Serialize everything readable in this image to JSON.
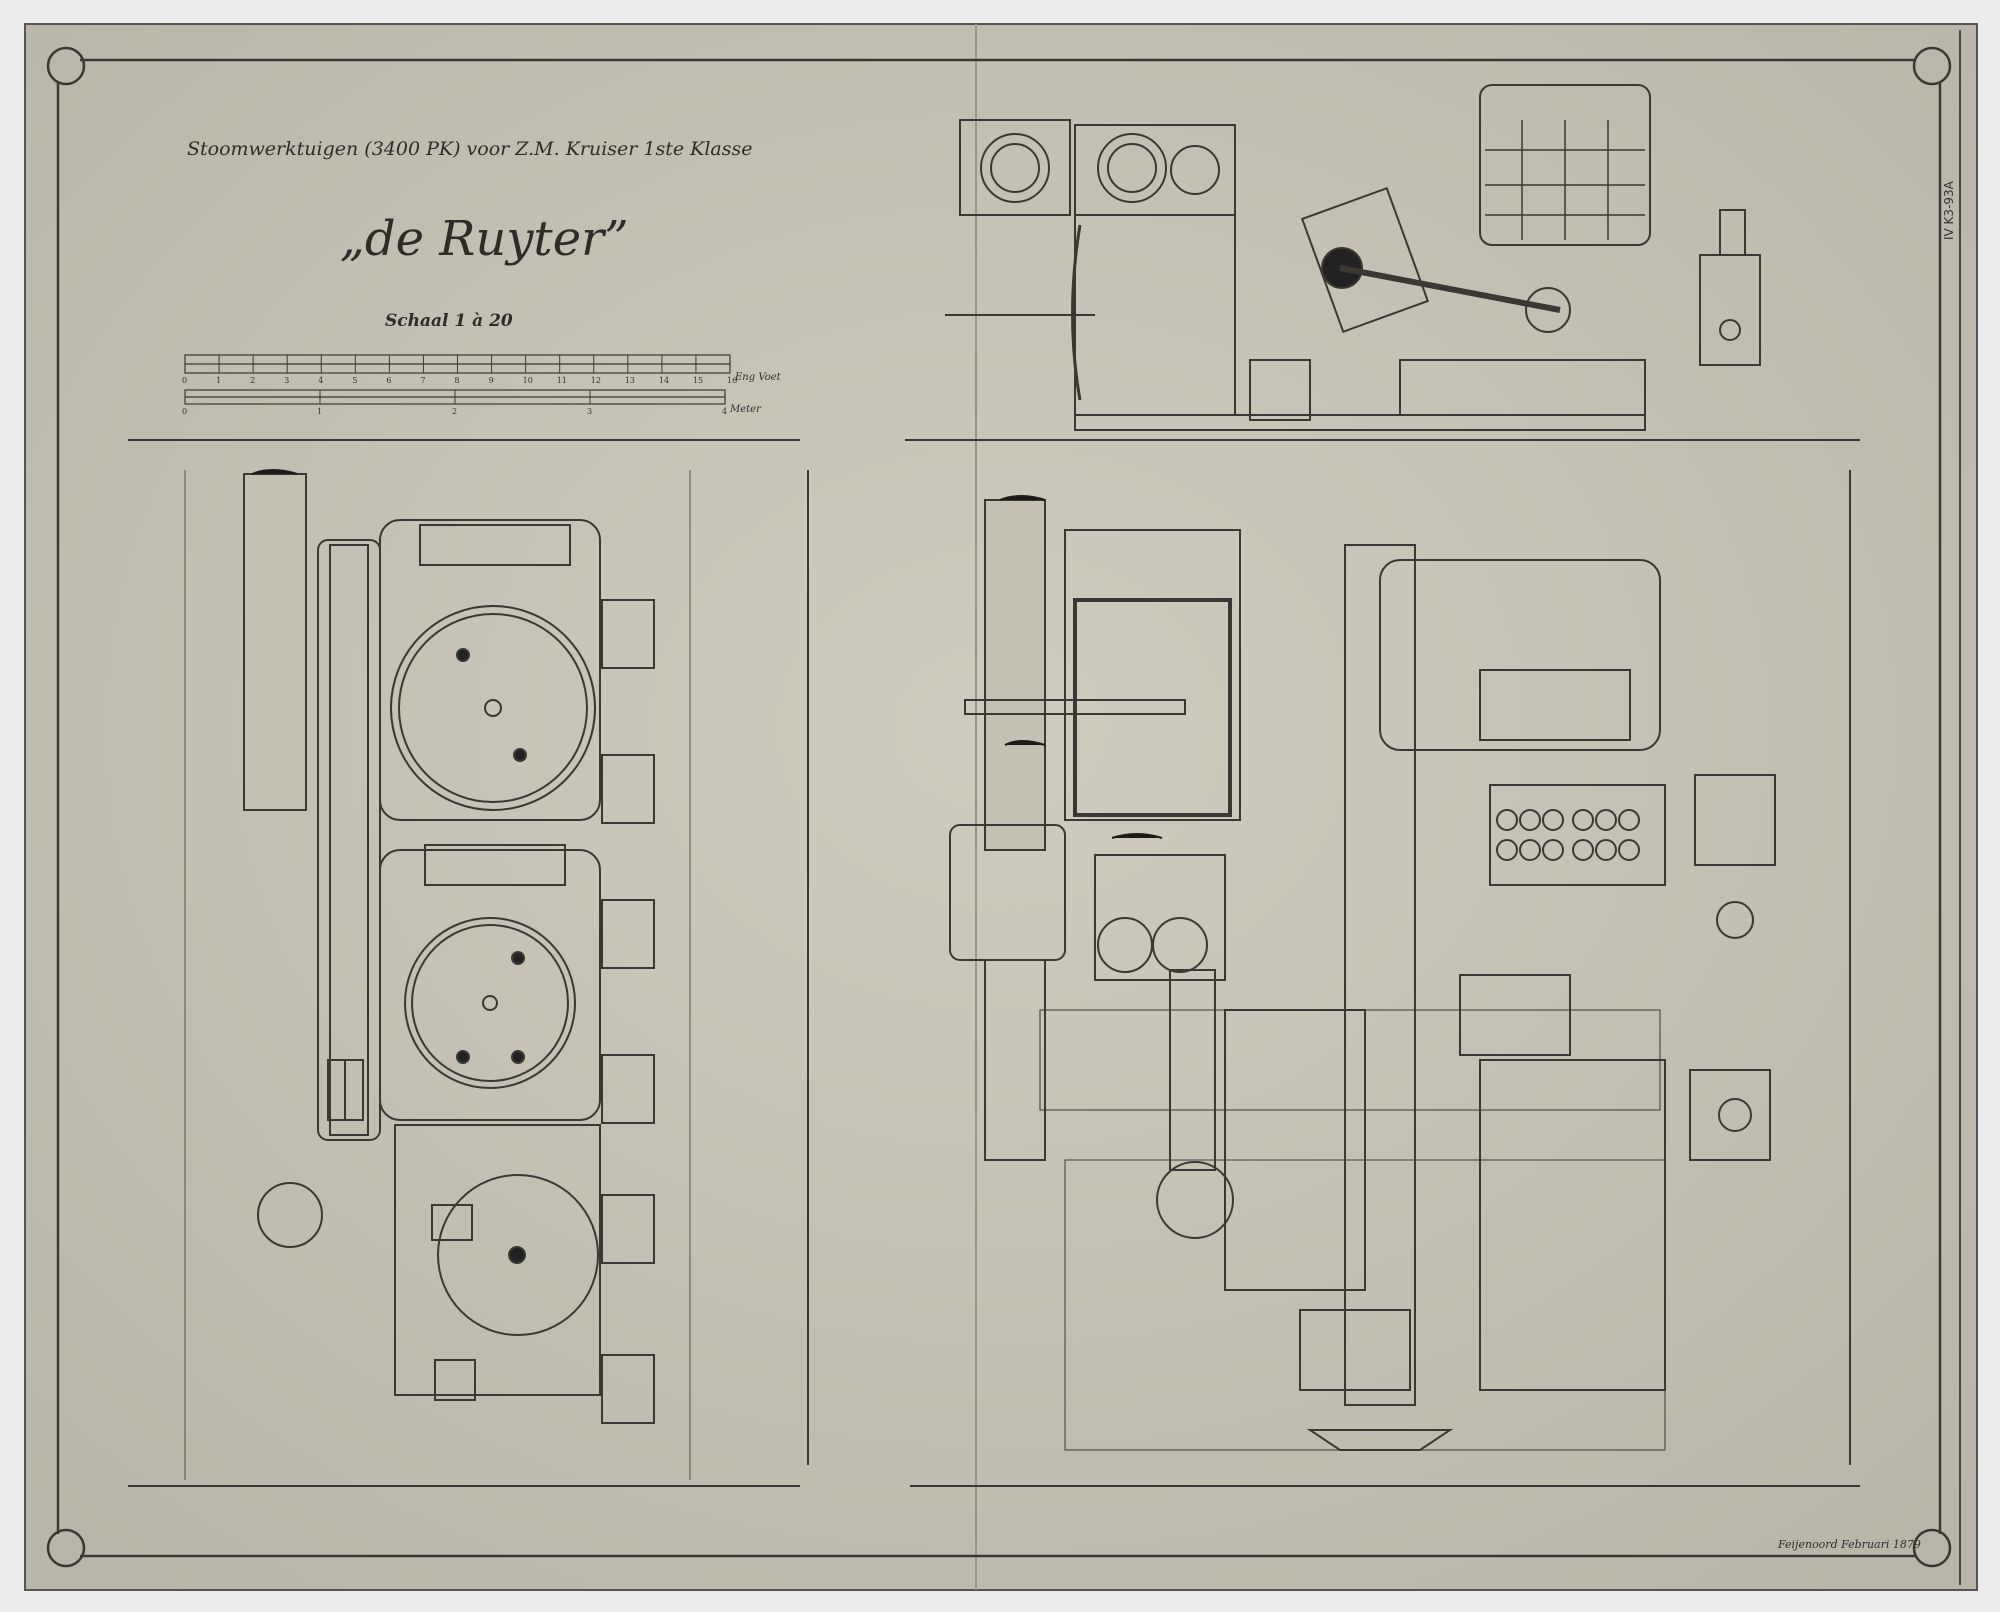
{
  "drawing": {
    "title": "Stoomwerktuigen (3400 PK) voor Z.M. Kruiser 1ste Klasse",
    "ship_name": "„de Ruyter”",
    "scale_label": "Schaal 1 à 20",
    "scale_bars": [
      {
        "unit_label": "Eng Voet",
        "ticks": [
          "0",
          "1",
          "2",
          "3",
          "4",
          "5",
          "6",
          "7",
          "8",
          "9",
          "10",
          "11",
          "12",
          "13",
          "14",
          "15",
          "16"
        ]
      },
      {
        "unit_label": "Meter",
        "ticks": [
          "0",
          "1",
          "2",
          "3",
          "4"
        ]
      }
    ],
    "signature": "Feijenoord Februari 1879",
    "archive_number": "IV K3-93A"
  },
  "colors": {
    "paper": "#c9c5b8",
    "ink": "#3b3833",
    "background": "#ececec"
  }
}
